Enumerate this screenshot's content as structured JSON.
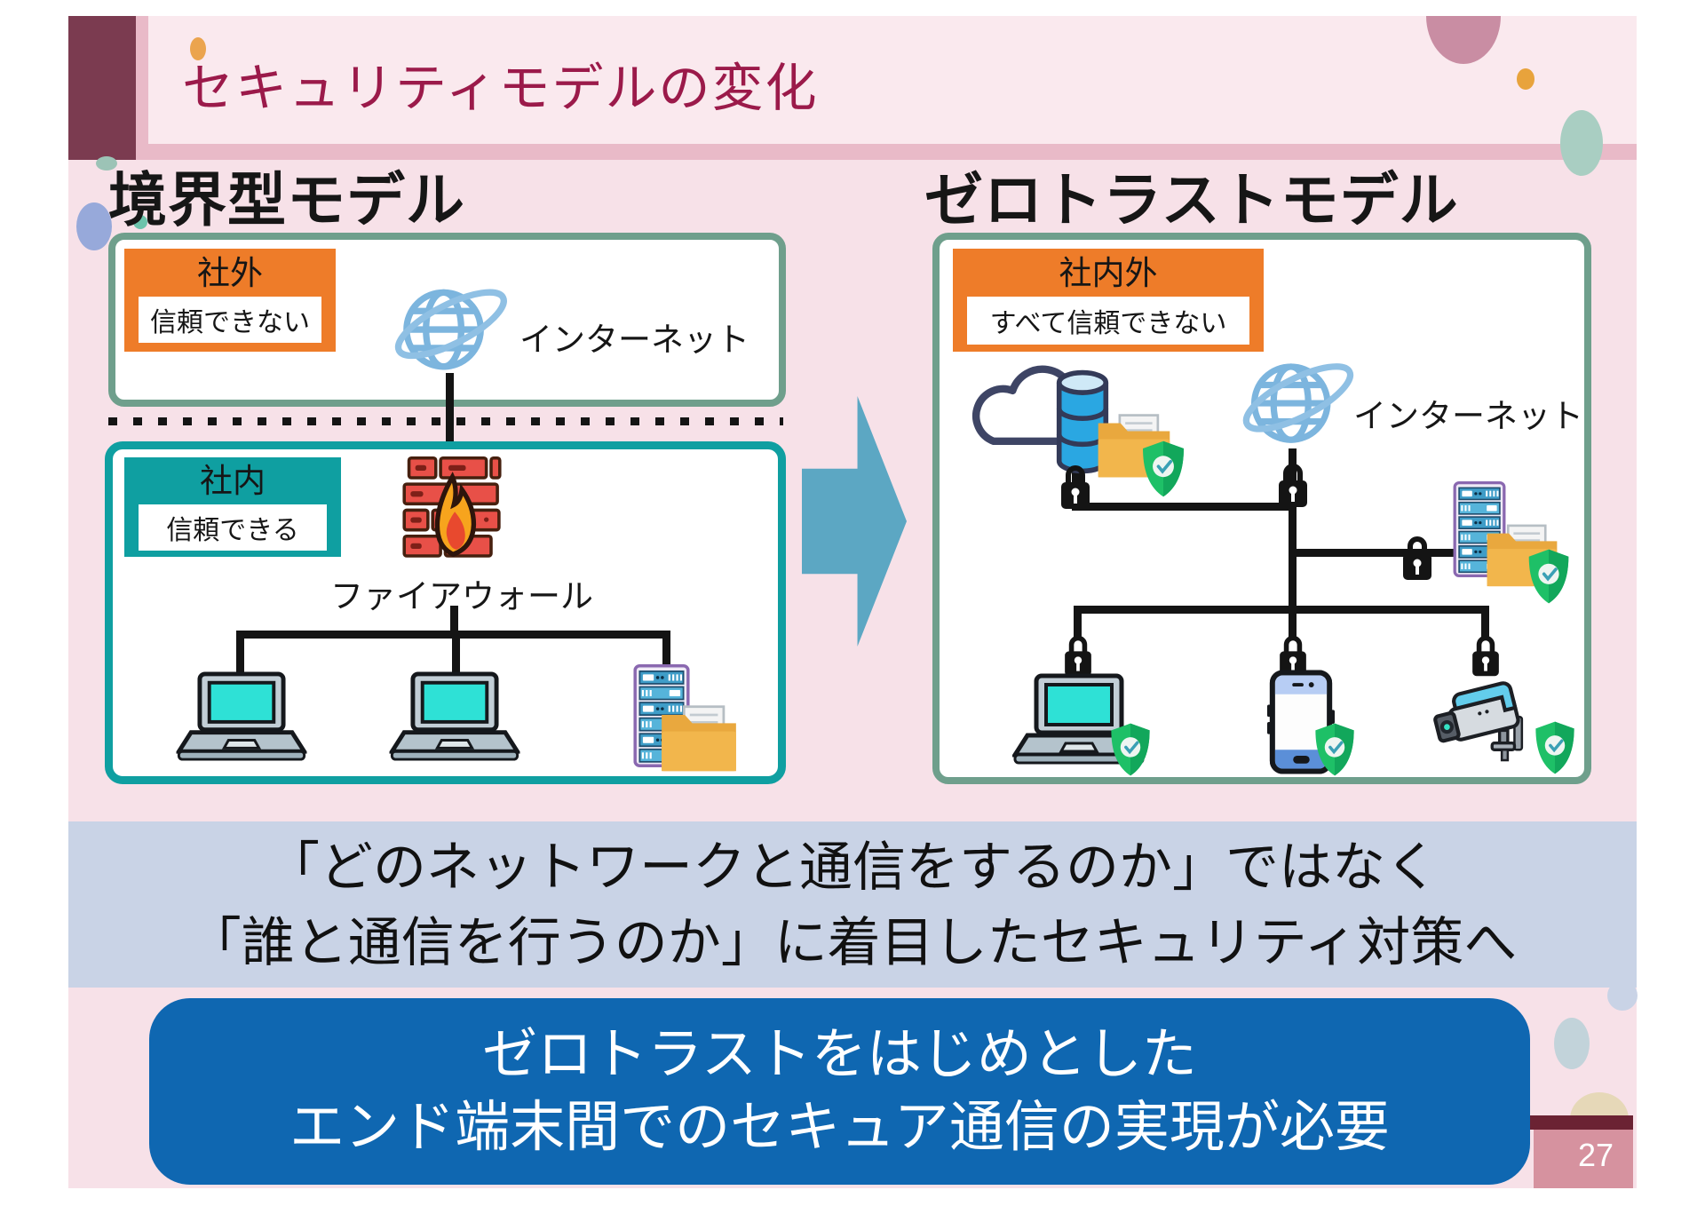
{
  "slide": {
    "title": "セキュリティモデルの変化",
    "page_number": "27"
  },
  "left_model": {
    "heading": "境界型モデル",
    "outside_zone": {
      "label": "社外",
      "trust": "信頼できない"
    },
    "internet_label": "インターネット",
    "inside_zone": {
      "label": "社内",
      "trust": "信頼できる"
    },
    "firewall_label": "ファイアウォール"
  },
  "right_model": {
    "heading": "ゼロトラストモデル",
    "zone": {
      "label": "社内外",
      "trust": "すべて信頼できない"
    },
    "internet_label": "インターネット"
  },
  "summary_band": {
    "line1": "「どのネットワークと通信をするのか」ではなく",
    "line2": "「誰と通信を行うのか」に着目したセキュリティ対策へ"
  },
  "conclusion_box": {
    "line1": "ゼロトラストをはじめとした",
    "line2": "エンド端末間でのセキュア通信の実現が必要"
  },
  "colors": {
    "accent_orange": "#ee7c29",
    "teal_border": "#0f9fa1",
    "sage_border": "#6f9f8c",
    "conclusion_blue": "#0f67b1",
    "band_blue": "#c9d3e6",
    "title_crimson": "#9b1a4a",
    "maroon": "#7b3b50",
    "page_tab_rose": "#d6929f"
  },
  "icons": {
    "internet-globe-icon": "globe-with-orbit",
    "firewall-icon": "brick-wall-flame",
    "laptop-icon": "laptop-cyan-screen",
    "server-rack-icon": "purple-server-rack",
    "folder-documents-icon": "amber-folder-paper",
    "cloud-icon": "outlined-cloud",
    "database-icon": "blue-cylinder",
    "lock-icon": "black-padlock",
    "shield-check-icon": "green-shield-check",
    "smartphone-icon": "smartphone",
    "security-camera-icon": "cctv-camera",
    "transition-arrow": "right-block-arrow"
  }
}
